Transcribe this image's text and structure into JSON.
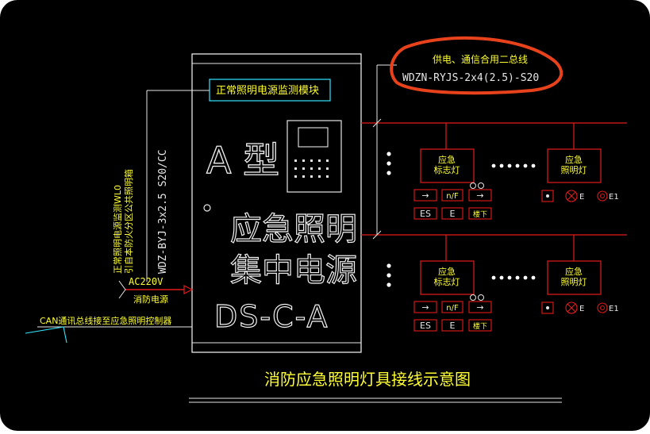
{
  "cabinet": {
    "monitor_module": "正常照明电源监测模块",
    "type_label": "A 型",
    "name_line1": "应急照明",
    "name_line2": "集中电源",
    "model": "DS-C-A"
  },
  "left_wiring": {
    "cable_spec": "WDZ-BYJ-3x2.5 S20/CC",
    "monitor_line": "正常照明电源监测WL0",
    "monitor_line2": "引自本防火分区公共照明箱",
    "power_voltage": "AC220V",
    "power_label": "消防电源",
    "can_bus": "CAN通讯总线接至应急照明控制器"
  },
  "bus_note": {
    "title": "供电、通信合用二总线",
    "cable": "WDZN-RYJS-2x4(2.5)-S20"
  },
  "fixtures": {
    "sign_lamp": "应急\n标志灯",
    "lighting_lamp": "应急\n照明灯",
    "exit_symbol": "→",
    "nf_symbol": "n/F",
    "es_label": "ES",
    "e_label": "E",
    "floor_label": "楼下",
    "e_mark": "E",
    "e1_mark": "E1"
  },
  "title": "消防应急照明灯具接线示意图",
  "colors": {
    "background": "#000000",
    "frame": "#e6e6e6",
    "red": "#e31b1b",
    "yellow": "#ffff33",
    "cyan": "#33e6ff",
    "green": "#33ff66",
    "annotation": "#e8421c"
  }
}
